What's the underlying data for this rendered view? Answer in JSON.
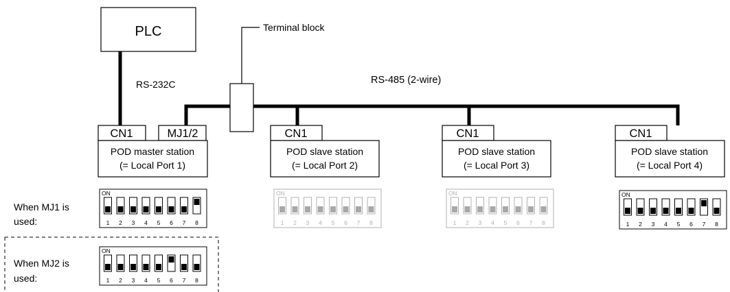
{
  "plc": {
    "label": "PLC"
  },
  "terminal_block": {
    "label": "Terminal block"
  },
  "links": {
    "rs232": "RS-232C",
    "rs485": "RS-485 (2-wire)"
  },
  "master": {
    "ports": {
      "cn1": "CN1",
      "mj": "MJ1/2"
    },
    "name": "POD master station",
    "port": "(= Local Port 1)"
  },
  "slaves": [
    {
      "cn1": "CN1",
      "name": "POD slave station",
      "port": "(= Local Port 2)"
    },
    {
      "cn1": "CN1",
      "name": "POD slave station",
      "port": "(= Local Port 3)"
    },
    {
      "cn1": "CN1",
      "name": "POD slave station",
      "port": "(= Local Port 4)"
    }
  ],
  "dip_captions": {
    "mj1_line1": "When MJ1 is",
    "mj1_line2": "used:",
    "mj2_line1": "When MJ2 is",
    "mj2_line2": "used:"
  },
  "dip_switches": [
    {
      "id": "master-mj1",
      "on_label": "ON",
      "numbers": [
        "1",
        "2",
        "3",
        "4",
        "5",
        "6",
        "7",
        "8"
      ],
      "on": [
        8
      ],
      "greyed": false
    },
    {
      "id": "master-mj2",
      "on_label": "ON",
      "numbers": [
        "1",
        "2",
        "3",
        "4",
        "5",
        "6",
        "7",
        "8"
      ],
      "on": [
        6
      ],
      "greyed": false
    },
    {
      "id": "slave-2",
      "on_label": "ON",
      "numbers": [
        "1",
        "2",
        "3",
        "4",
        "5",
        "6",
        "7",
        "8"
      ],
      "on": [],
      "greyed": true
    },
    {
      "id": "slave-3",
      "on_label": "ON",
      "numbers": [
        "1",
        "2",
        "3",
        "4",
        "5",
        "6",
        "7",
        "8"
      ],
      "on": [],
      "greyed": true
    },
    {
      "id": "slave-4",
      "on_label": "ON",
      "numbers": [
        "1",
        "2",
        "3",
        "4",
        "5",
        "6",
        "7",
        "8"
      ],
      "on": [
        7
      ],
      "greyed": false
    }
  ]
}
